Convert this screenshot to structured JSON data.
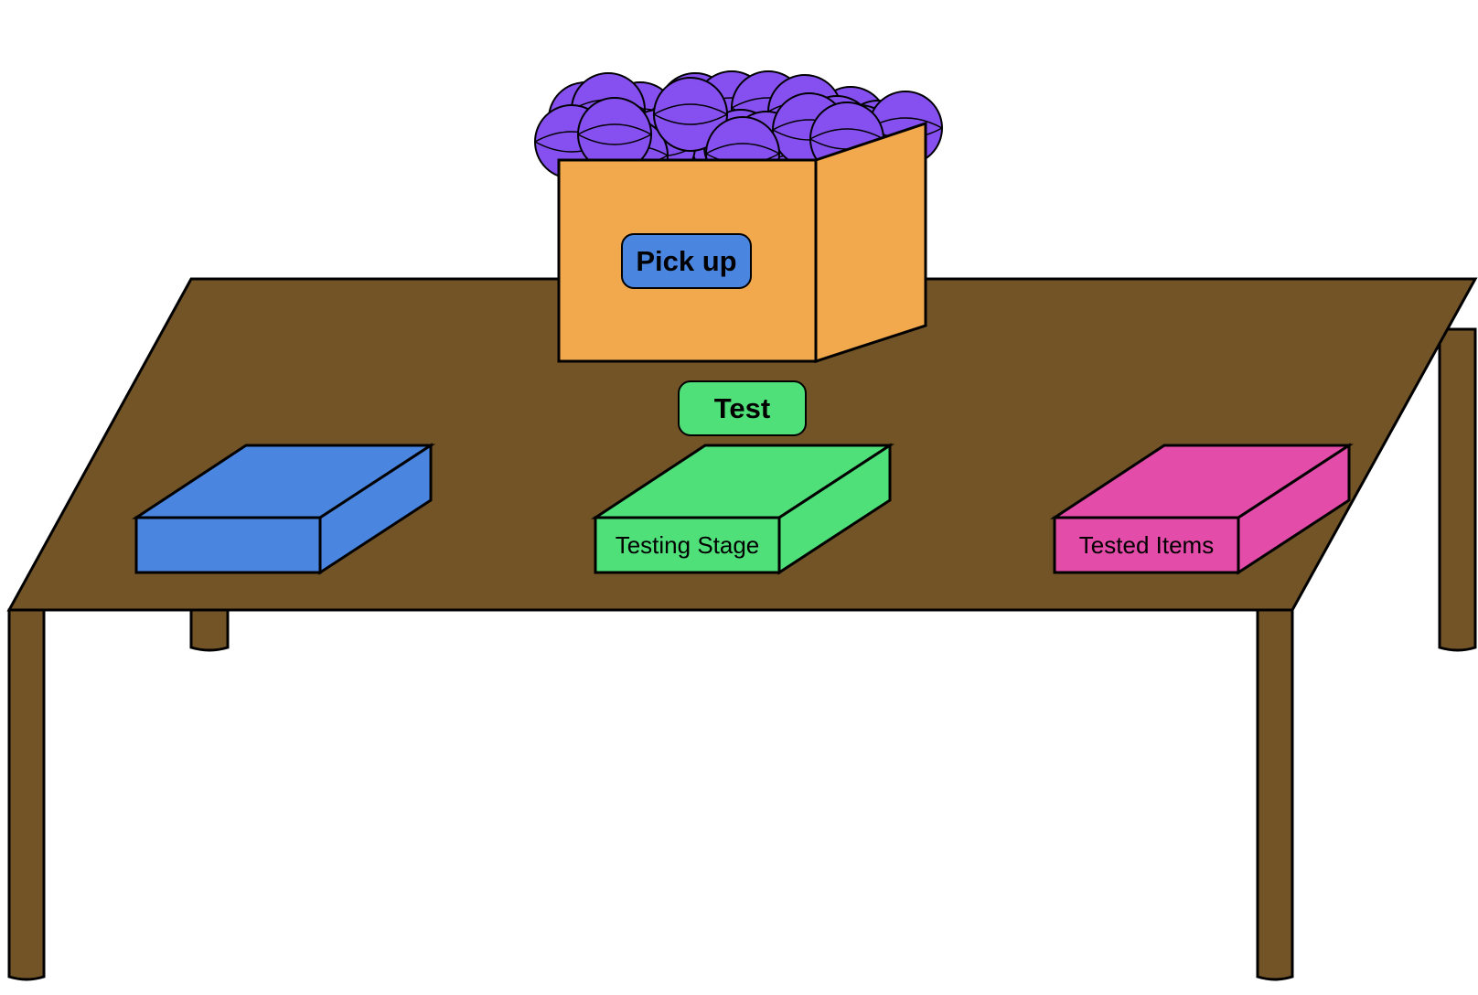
{
  "buttons": {
    "pickup_label": "Pick up",
    "test_label": "Test"
  },
  "boxes": {
    "input_label": "",
    "testing_label": "Testing Stage",
    "tested_label": "Tested Items"
  },
  "colors": {
    "table": "#735426",
    "crate": "#F2A84C",
    "ball": "#8650F0",
    "blue_box": "#4A86E0",
    "green_box": "#50E07A",
    "pink_box": "#E34CA9",
    "pickup_button": "#4A86E0",
    "test_button": "#50E07A"
  },
  "icons": {
    "ball": "ball-icon",
    "table": "table-icon",
    "crate": "crate-icon"
  }
}
